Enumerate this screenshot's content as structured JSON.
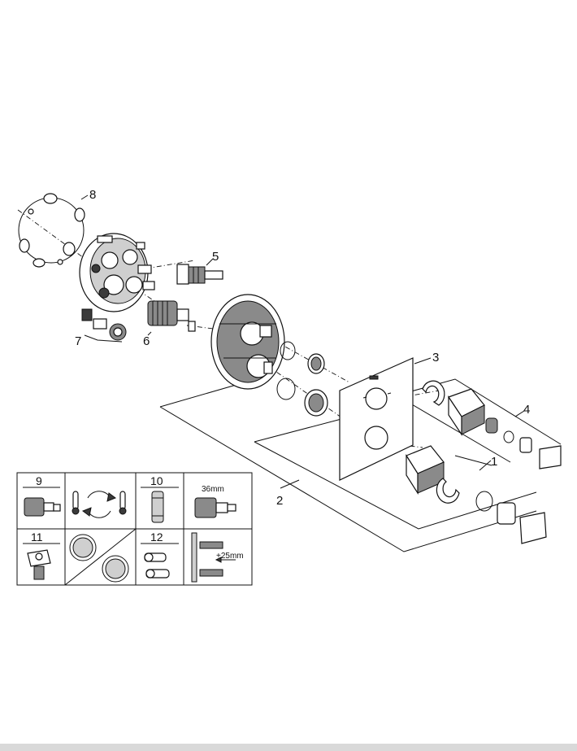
{
  "callouts": {
    "c1": "1",
    "c2": "2",
    "c3": "3",
    "c4": "4",
    "c5": "5",
    "c6": "6",
    "c7": "7",
    "c8": "8"
  },
  "legend": {
    "n9": "9",
    "n10": "10",
    "n11": "11",
    "n12": "12",
    "size_36": "36mm",
    "offset_25": "+25mm"
  },
  "colors": {
    "ink": "#111111",
    "background": "#ffffff",
    "footer": "#d9d9d9"
  }
}
